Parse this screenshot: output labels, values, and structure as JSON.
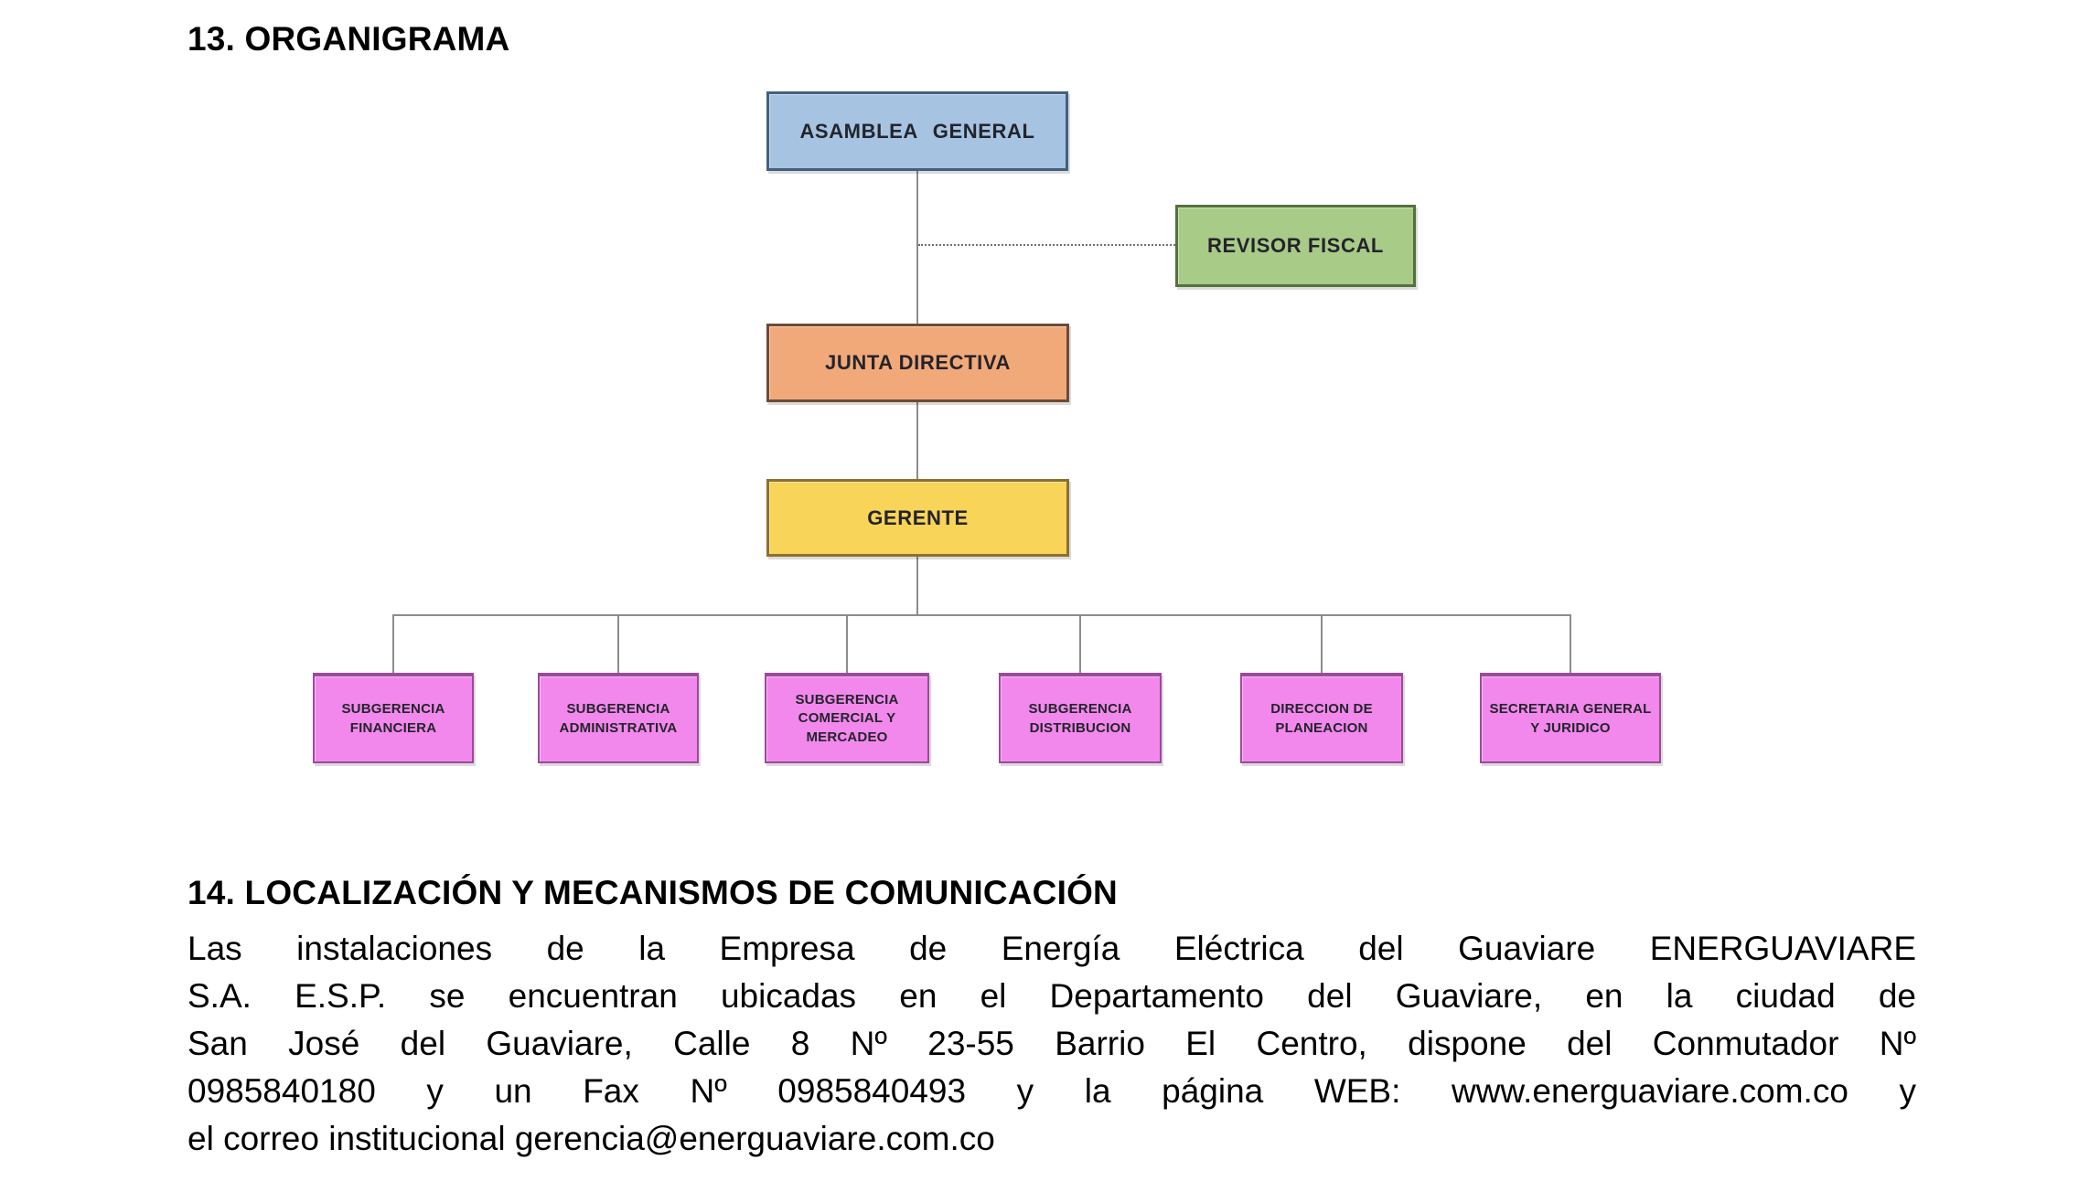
{
  "section13": {
    "heading": "13. ORGANIGRAMA"
  },
  "orgchart": {
    "nodes": {
      "asamblea": {
        "label": "ASAMBLEA GENERAL",
        "fill": "#a6c4e2",
        "border": "#44607e"
      },
      "revisor": {
        "label": "REVISOR FISCAL",
        "fill": "#a8cb88",
        "border": "#54713c"
      },
      "junta": {
        "label": "JUNTA DIRECTIVA",
        "fill": "#f2a979",
        "border": "#6e4a38"
      },
      "gerente": {
        "label": "GERENTE",
        "fill": "#f8d458",
        "border": "#8c702f"
      },
      "financiera": {
        "label": "SUBGERENCIA\nFINANCIERA",
        "fill": "#f288ec",
        "border": "#9a4a9a"
      },
      "administrativa": {
        "label": "SUBGERENCIA\nADMINISTRATIVA",
        "fill": "#f288ec",
        "border": "#9a4a9a"
      },
      "comercial": {
        "label": "SUBGERENCIA\nCOMERCIAL Y\nMERCADEO",
        "fill": "#f288ec",
        "border": "#9a4a9a"
      },
      "distribucion": {
        "label": "SUBGERENCIA\nDISTRIBUCION",
        "fill": "#f288ec",
        "border": "#9a4a9a"
      },
      "planeacion": {
        "label": "DIRECCION DE\nPLANEACION",
        "fill": "#f288ec",
        "border": "#9a4a9a"
      },
      "secretaria": {
        "label": "SECRETARIA GENERAL\nY JURIDICO",
        "fill": "#f288ec",
        "border": "#9a4a9a"
      }
    }
  },
  "section14": {
    "heading": "14. LOCALIZACIÓN Y MECANISMOS DE COMUNICACIÓN",
    "lines": [
      "Las instalaciones de la Empresa de Energía Eléctrica del Guaviare ENERGUAVIARE",
      "S.A. E.S.P. se encuentran ubicadas en el Departamento del Guaviare, en la ciudad de",
      "San José del Guaviare, Calle 8 Nº 23-55 Barrio El Centro, dispone del Conmutador Nº",
      "0985840180 y un Fax Nº 0985840493 y la página WEB: www.energuaviare.com.co y",
      "el correo institucional gerencia@energuaviare.com.co"
    ]
  }
}
